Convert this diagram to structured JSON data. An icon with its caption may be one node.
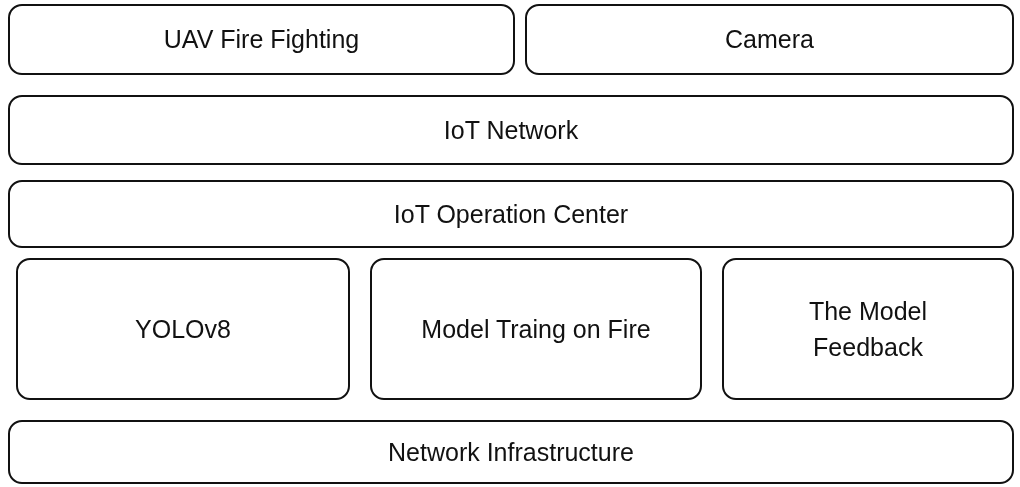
{
  "diagram": {
    "nodes": [
      {
        "text": [
          "UAV Fire Fighting"
        ]
      },
      {
        "text": [
          "Camera"
        ]
      },
      {
        "text": [
          "IoT Network"
        ]
      },
      {
        "text": [
          "IoT Operation Center"
        ]
      },
      {
        "text": [
          "YOLOv8"
        ]
      },
      {
        "text": [
          "Model Traing on Fire"
        ]
      },
      {
        "text": [
          "The Model Feedback"
        ]
      },
      {
        "text": [
          "Network Infrastructure"
        ]
      }
    ]
  }
}
